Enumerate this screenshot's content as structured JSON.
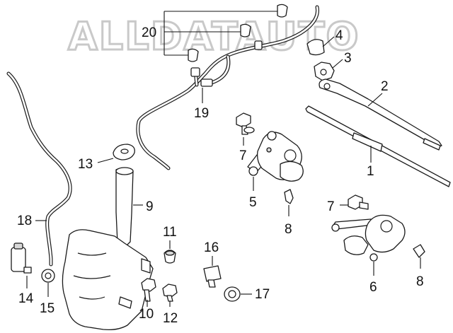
{
  "watermark": "ALLDATAUTO",
  "callouts": {
    "c1": "1",
    "c2": "2",
    "c3": "3",
    "c4": "4",
    "c5": "5",
    "c6": "6",
    "c7a": "7",
    "c7b": "7",
    "c8a": "8",
    "c8b": "8",
    "c9": "9",
    "c10": "10",
    "c11": "11",
    "c12": "12",
    "c13": "13",
    "c14": "14",
    "c15": "15",
    "c16": "16",
    "c17": "17",
    "c18": "18",
    "c19": "19",
    "c20": "20"
  }
}
